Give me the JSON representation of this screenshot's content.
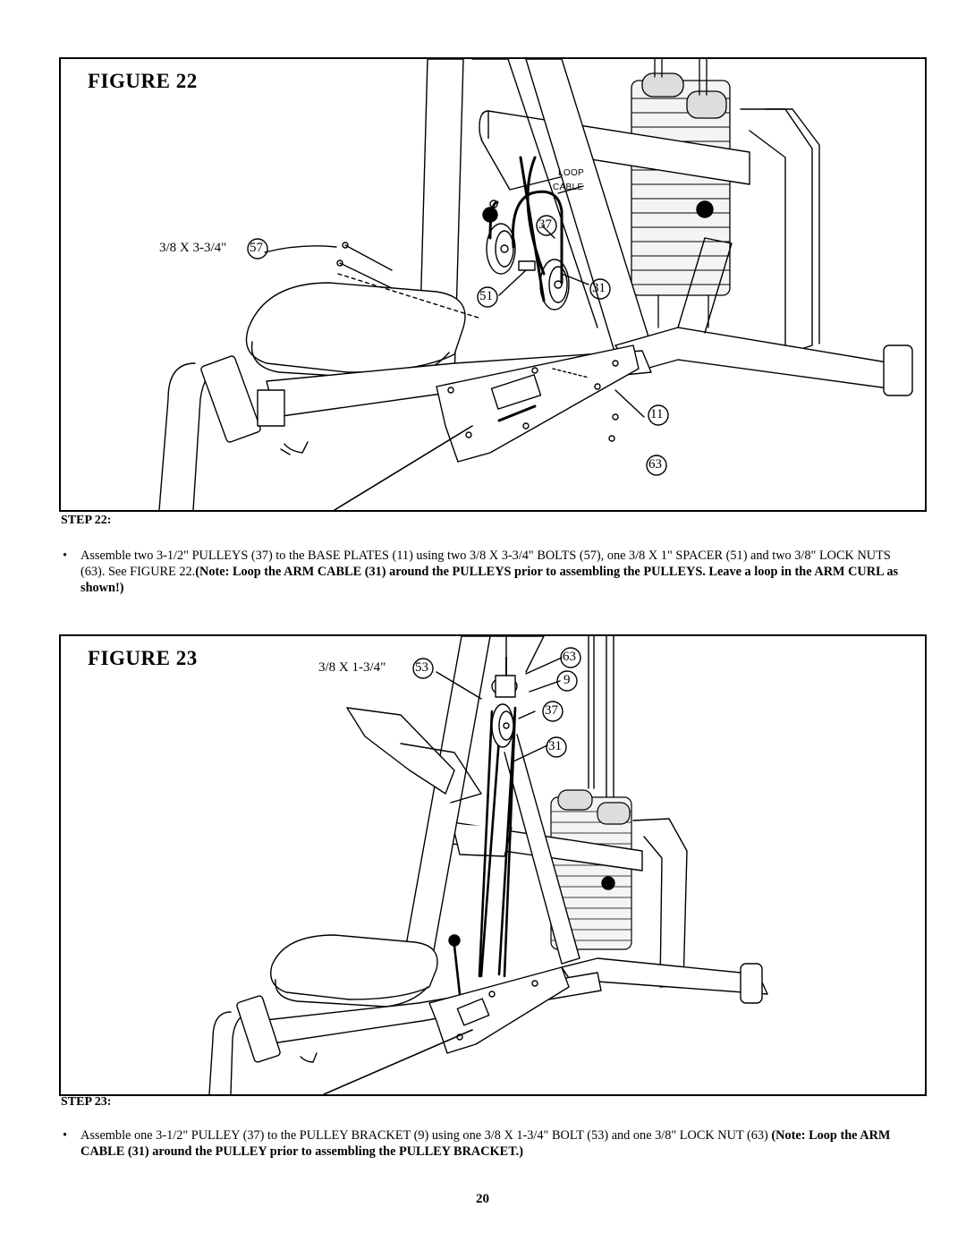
{
  "figure22": {
    "title": "FIGURE 22",
    "bolt_label": "3/8 X 3-3/4\"",
    "callouts": [
      "57",
      "37",
      "51",
      "31",
      "11",
      "63"
    ],
    "loop_label_line1": "LOOP",
    "loop_label_line2": "CABLE"
  },
  "step22": {
    "heading": "STEP 22:",
    "bullet": "•",
    "text": "Assemble two 3-1/2\" PULLEYS (37) to the BASE PLATES (11) using two 3/8 X 3-3/4\"  BOLTS (57), one 3/8 X 1\" SPACER (51) and two 3/8\" LOCK NUTS (63). See FIGURE 22.",
    "note": "(Note: Loop the ARM CABLE (31) around the PULLEYS prior to assembling the PULLEYS. Leave a loop in the ARM CURL as shown!)"
  },
  "figure23": {
    "title": "FIGURE 23",
    "bolt_label": "3/8 X 1-3/4\"",
    "callouts": [
      "53",
      "63",
      "9",
      "37",
      "31"
    ]
  },
  "step23": {
    "heading": "STEP 23:",
    "bullet": "•",
    "text": "Assemble one 3-1/2\" PULLEY (37) to the PULLEY BRACKET (9) using one 3/8 X 1-3/4\" BOLT (53) and one 3/8\" LOCK NUT (63)",
    "note": "(Note: Loop the ARM CABLE (31) around the PULLEY prior to assembling the PULLEY BRACKET.)"
  },
  "page_number": "20"
}
